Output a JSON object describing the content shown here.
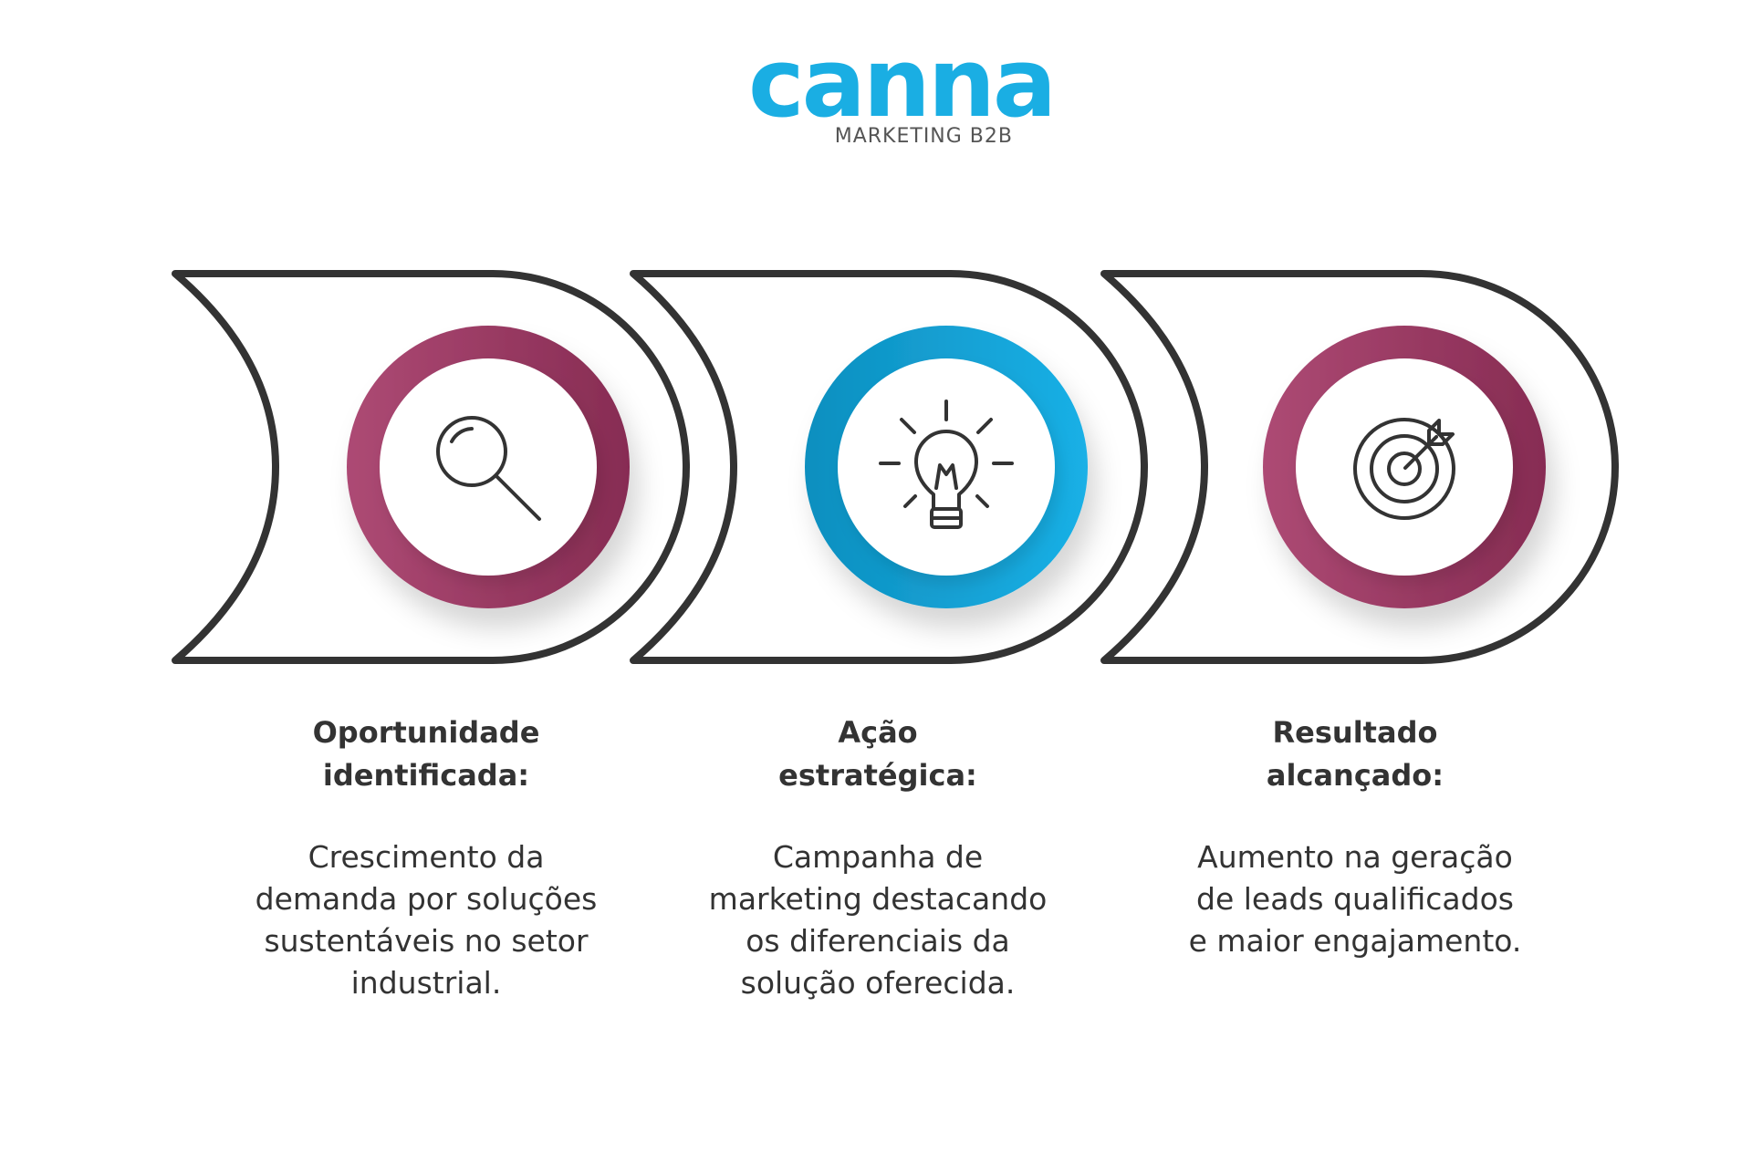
{
  "brand": {
    "name": "canna",
    "tagline": "MARKETING B2B",
    "color": "#1aaee3"
  },
  "steps": [
    {
      "title_lines": [
        "Oportunidade",
        "identificada:"
      ],
      "desc_lines": [
        "Crescimento da",
        "demanda por soluções",
        "sustentáveis no setor",
        "industrial."
      ],
      "icon": "magnifier-icon",
      "ring_color": "#9c3a66"
    },
    {
      "title_lines": [
        "Ação",
        "estratégica:"
      ],
      "desc_lines": [
        "Campanha de",
        "marketing destacando",
        "os diferenciais da",
        "solução oferecida."
      ],
      "icon": "lightbulb-icon",
      "ring_color": "#1aaee3"
    },
    {
      "title_lines": [
        "Resultado",
        "alcançado:"
      ],
      "desc_lines": [
        "Aumento na geração",
        "de leads qualificados",
        "e maior engajamento."
      ],
      "icon": "target-icon",
      "ring_color": "#9c3a66"
    }
  ],
  "colors": {
    "outline": "#333333",
    "ring_plum_light": "#ad4a74",
    "ring_plum_dark": "#872c53",
    "ring_blue_light": "#1ab0e6",
    "ring_blue_dark": "#0d8fbf"
  }
}
